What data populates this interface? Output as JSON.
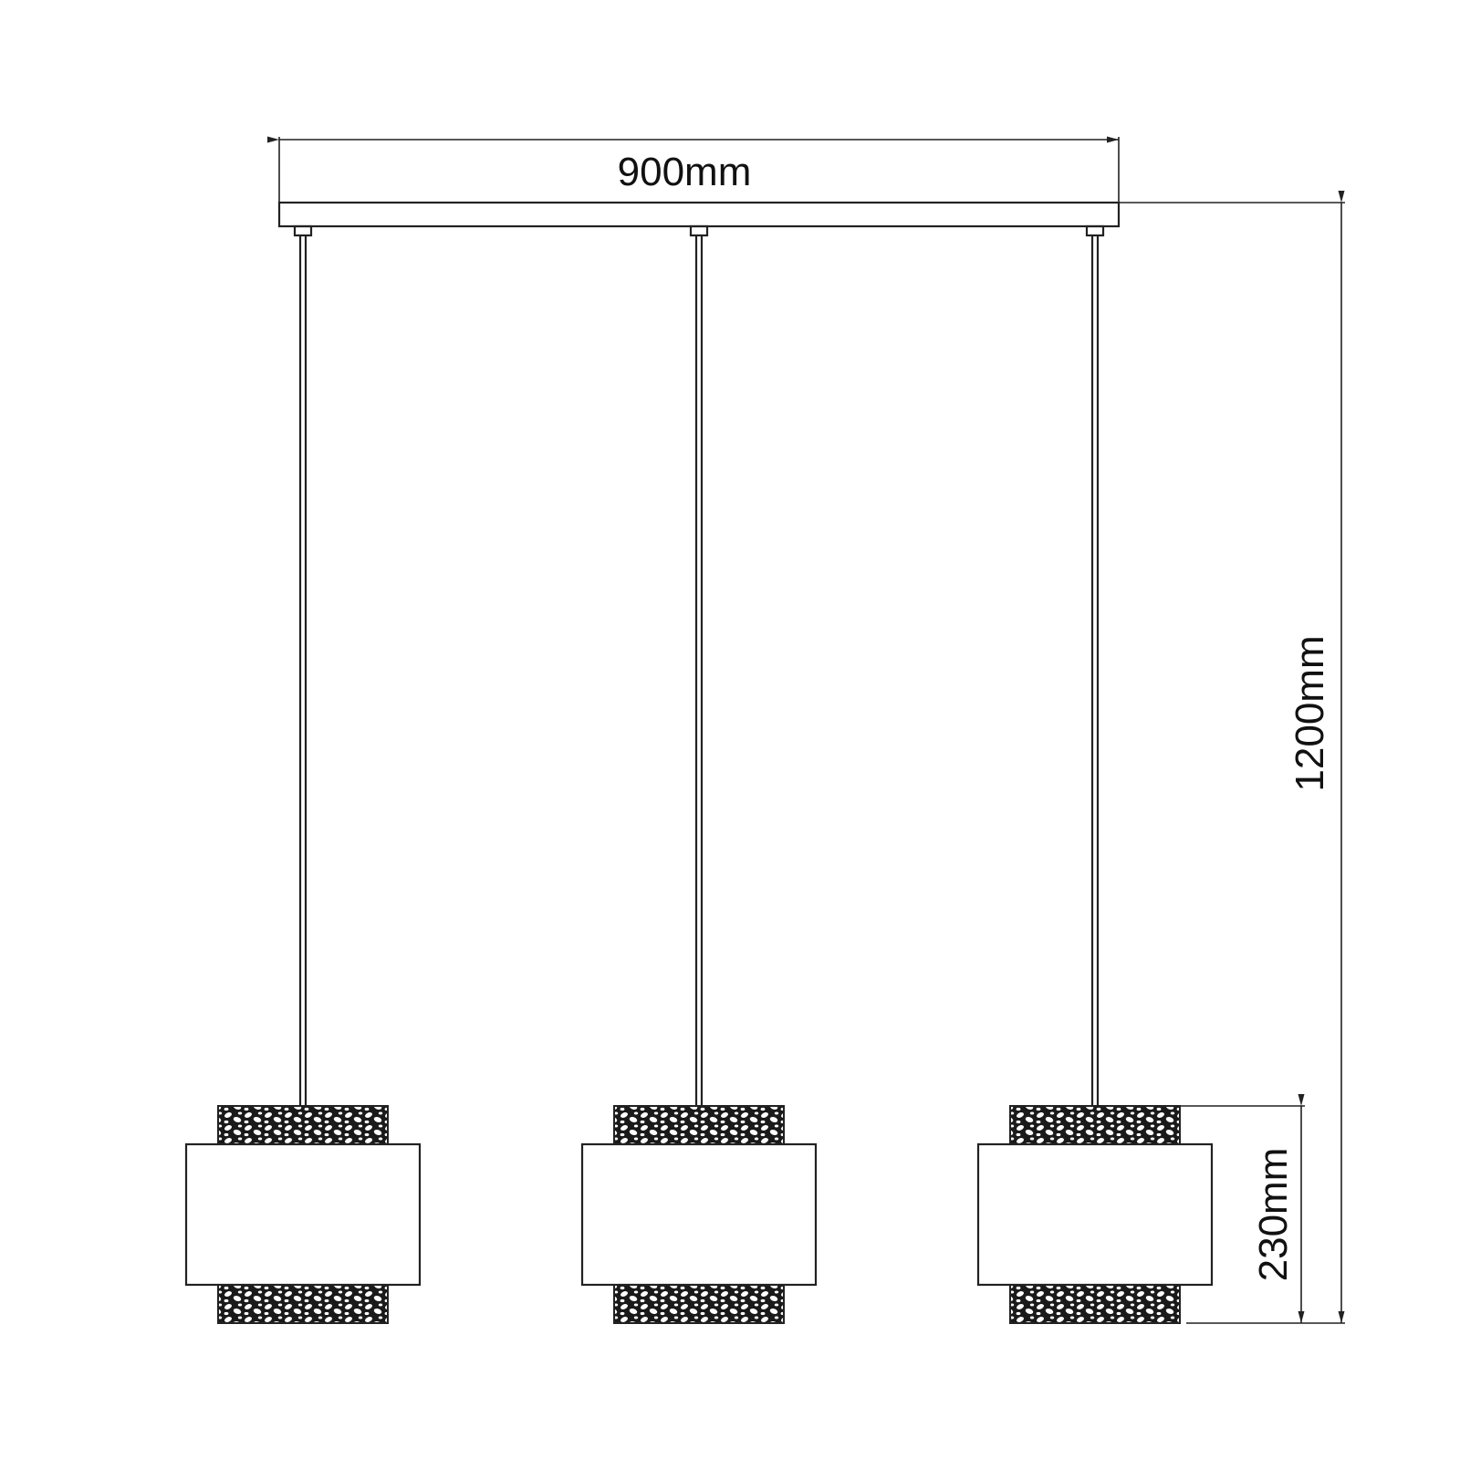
{
  "dimensions": {
    "width_label": "900mm",
    "height_label": "1200mm",
    "shade_height_label": "230mm"
  },
  "pendants": [
    {
      "id": "left"
    },
    {
      "id": "center"
    },
    {
      "id": "right"
    }
  ]
}
